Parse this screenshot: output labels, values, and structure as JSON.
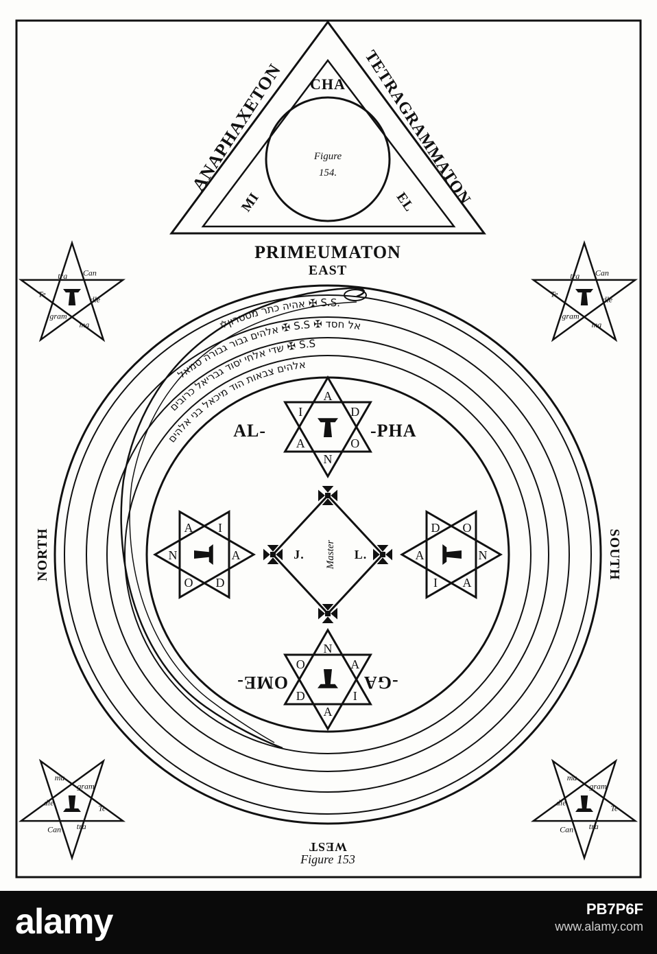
{
  "plate": {
    "triangle_outer": {
      "left_side": "ANAPHAXETON",
      "right_side": "TETRAGRAMMATON",
      "base": "PRIMEUMATON"
    },
    "triangle_inner": {
      "top": "CHA",
      "left": "MI",
      "right": "EL"
    },
    "small_figure_caption_line1": "Figure",
    "small_figure_caption_line2": "154.",
    "cardinal": {
      "east": "EAST",
      "west": "WEST",
      "north": "NORTH",
      "south": "SOUTH"
    },
    "circle_ring_text": {
      "ring1": "✡אהיה כתר מטטרון ✠ S.S.",
      "ring2": "אלהים גבור גבורה סמאל ✠ S.S ✠ אל חסד",
      "ring3": "שדי אלחי יסוד גבריאל כרובים ✠ S.S",
      "ring4": "אלהים צבאות הוד מיכאל בני אלהים"
    },
    "center_labels": {
      "top_left": "AL-",
      "top_right": "-PHA",
      "bottom_left": "OME-",
      "bottom_right": "-GA",
      "master": "Master",
      "left_mark": "J.",
      "right_mark": "L."
    },
    "hexagram_letters": [
      "A",
      "D",
      "O",
      "N",
      "A",
      "I"
    ],
    "pentagram_words": [
      "Can",
      "dle",
      "ma",
      "gram",
      "Te",
      "tra"
    ],
    "caption": "Figure 153"
  },
  "footer": {
    "logo": "alamy",
    "image_id": "PB7P6F",
    "url": "www.alamy.com"
  },
  "colors": {
    "ink": "#111111",
    "paper": "#fdfdfb",
    "footer_bg": "#0a0a0a"
  }
}
